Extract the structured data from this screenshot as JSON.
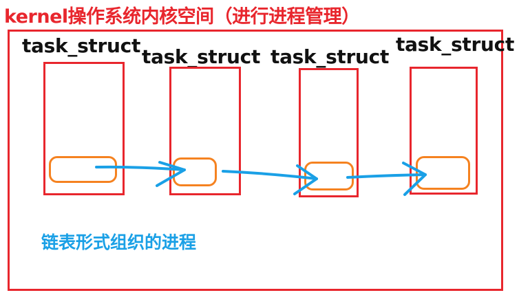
{
  "title": "kernel操作系统内核空间（进行进程管理）",
  "tasks": [
    {
      "label": "task_struct"
    },
    {
      "label": "task_struct"
    },
    {
      "label": "task_struct"
    },
    {
      "label": "task_struct"
    }
  ],
  "caption": "链表形式组织的进程",
  "colors": {
    "frame": "#e8262d",
    "node": "#f58220",
    "arrow": "#1aa0e6",
    "caption": "#1aa0e6"
  }
}
